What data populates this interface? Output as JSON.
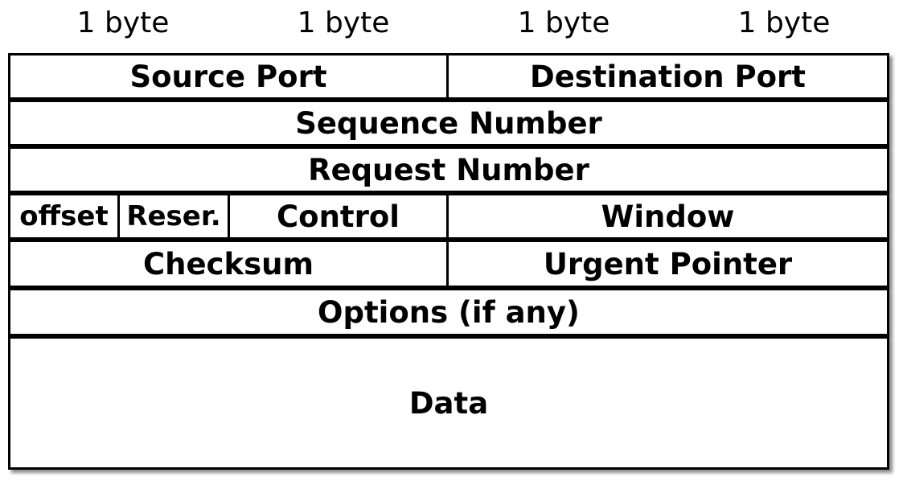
{
  "byte_labels": [
    "1 byte",
    "1 byte",
    "1 byte",
    "1 byte"
  ],
  "rows": {
    "source_port": "Source Port",
    "destination_port": "Destination Port",
    "sequence_number": "Sequence Number",
    "request_number": "Request Number",
    "offset": "offset",
    "reserved": "Reser.",
    "control": "Control",
    "window": "Window",
    "checksum": "Checksum",
    "urgent_pointer": "Urgent Pointer",
    "options": "Options (if any)",
    "data": "Data"
  }
}
